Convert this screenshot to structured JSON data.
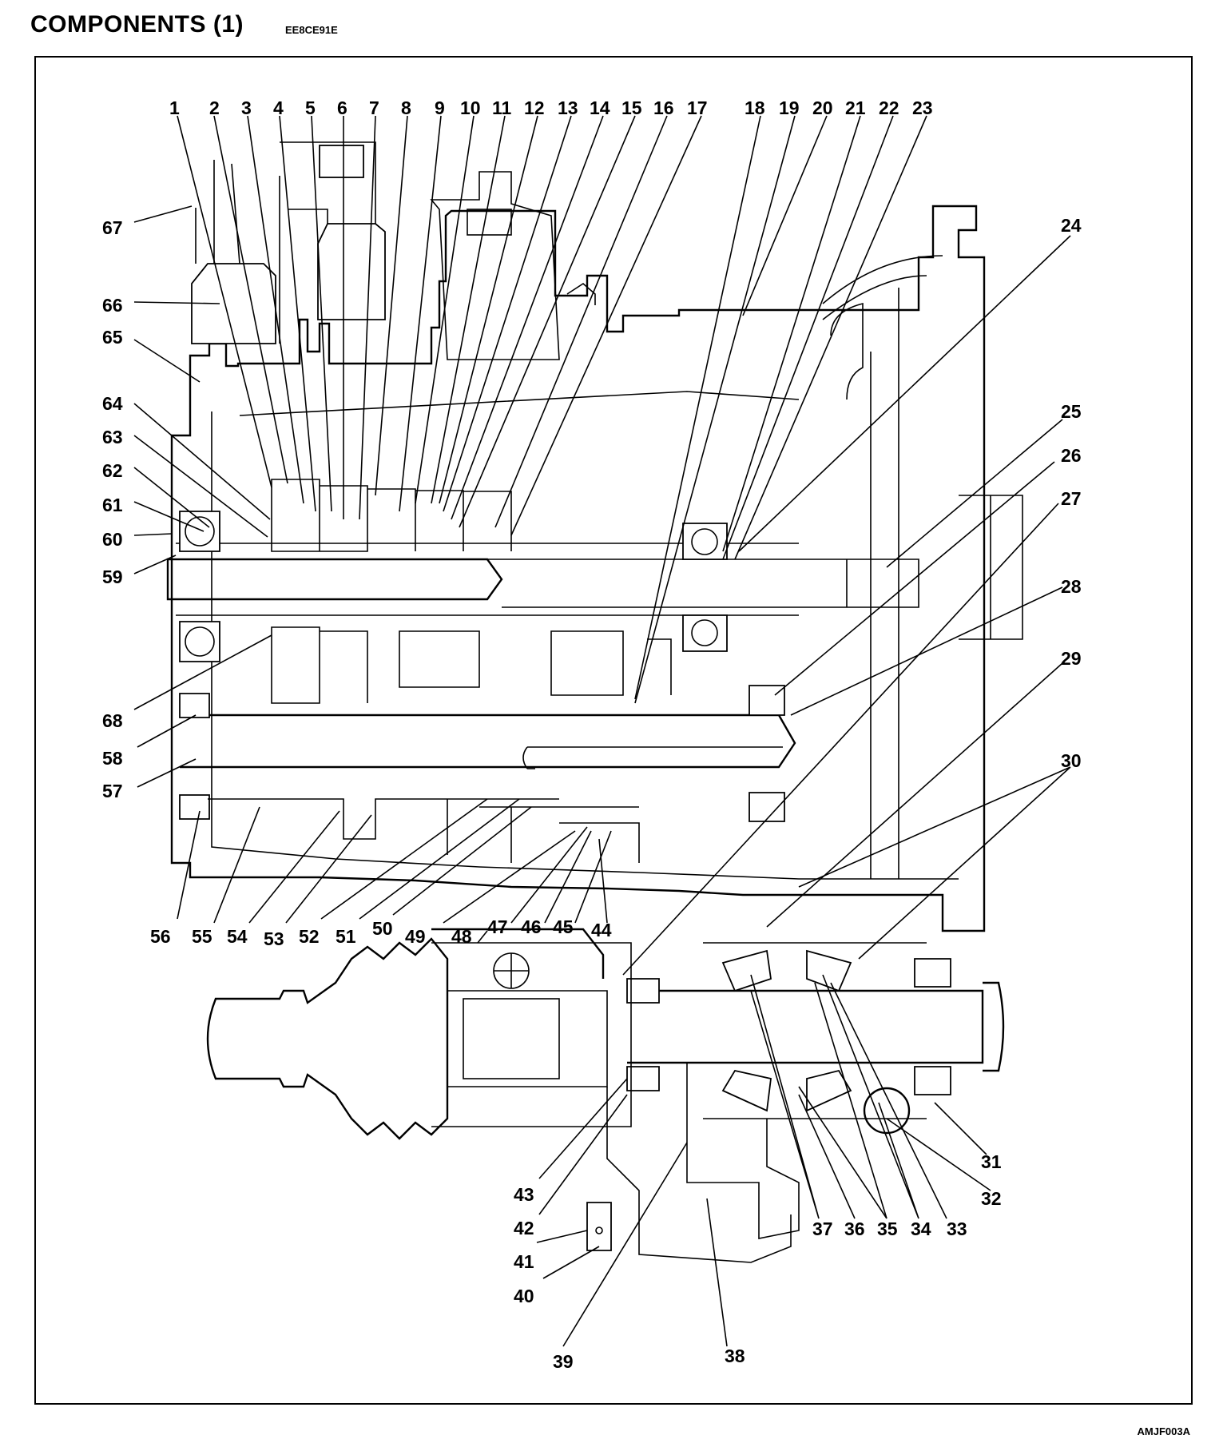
{
  "header": {
    "title": "COMPONENTS (1)",
    "code": "EE8CE91E"
  },
  "figure_id": "AMJF003A",
  "callouts": [
    "1",
    "2",
    "3",
    "4",
    "5",
    "6",
    "7",
    "8",
    "9",
    "10",
    "11",
    "12",
    "13",
    "14",
    "15",
    "16",
    "17",
    "18",
    "19",
    "20",
    "21",
    "22",
    "23",
    "24",
    "25",
    "26",
    "27",
    "28",
    "29",
    "30",
    "31",
    "32",
    "33",
    "34",
    "35",
    "36",
    "37",
    "38",
    "39",
    "40",
    "41",
    "42",
    "43",
    "44",
    "45",
    "46",
    "47",
    "48",
    "49",
    "50",
    "51",
    "52",
    "53",
    "54",
    "55",
    "56",
    "57",
    "58",
    "59",
    "60",
    "61",
    "62",
    "63",
    "64",
    "65",
    "66",
    "67",
    "68"
  ]
}
